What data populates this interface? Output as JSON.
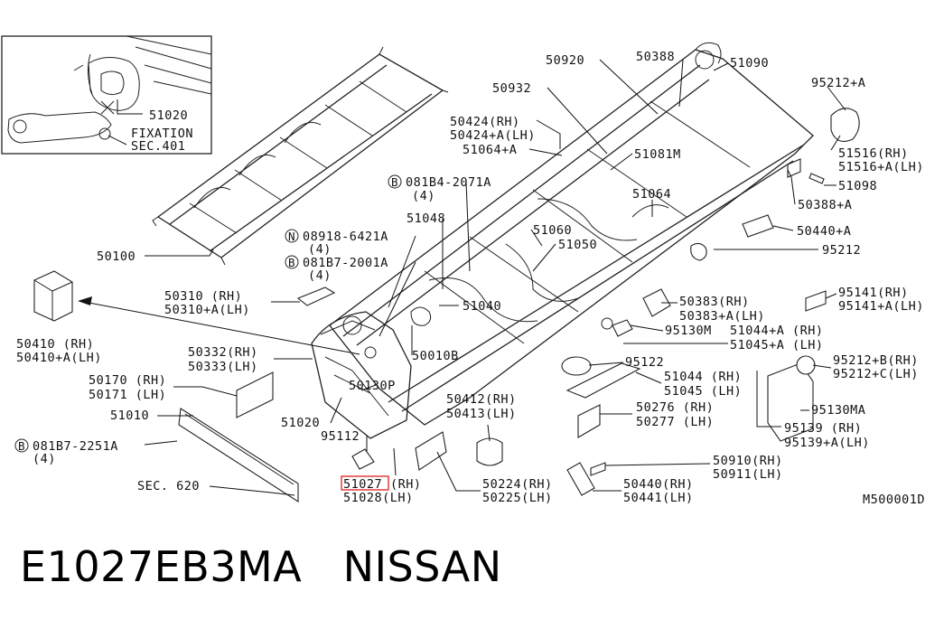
{
  "diagram": {
    "code": "M500001D",
    "inset": {
      "part": "51020",
      "line1": "FIXATION",
      "line2": "SEC.401"
    },
    "labels": {
      "l50100": "50100",
      "l50920": "50920",
      "l50388": "50388",
      "l51090": "51090",
      "l95212a": "95212+A",
      "l50932": "50932",
      "l50424rh": "50424(RH)",
      "l50424lh": "50424+A(LH)",
      "l51064a": "51064+A",
      "l51081m": "51081M",
      "l51516rh": "51516(RH)",
      "l51516lh": "51516+A(LH)",
      "l51098": "51098",
      "l081b4": "081B4-2071A",
      "l081b4q": "(4)",
      "l51064": "51064",
      "l50388a": "50388+A",
      "l51048": "51048",
      "l51060": "51060",
      "l08918": "08918-6421A",
      "l08918q": "(4)",
      "l51050": "51050",
      "l50440a": "50440+A",
      "l081b7a": "081B7-2001A",
      "l081b7aq": "(4)",
      "l95212": "95212",
      "l50310rh": "50310 (RH)",
      "l50310lh": "50310+A(LH)",
      "l51040": "51040",
      "l50383rh": "50383(RH)",
      "l50383lh": "50383+A(LH)",
      "l95141rh": "95141(RH)",
      "l95141lh": "95141+A(LH)",
      "l50410rh": "50410 (RH)",
      "l50410lh": "50410+A(LH)",
      "l95130m": "95130M",
      "l51044a": "51044+A (RH)",
      "l51045a": "51045+A (LH)",
      "l50332": "50332(RH)",
      "l50333": "50333(LH)",
      "l50010b": "50010B",
      "l95122": "95122",
      "l95212b": "95212+B(RH)",
      "l95212c": "95212+C(LH)",
      "l50170": "50170 (RH)",
      "l50171": "50171 (LH)",
      "l50130p": "50130P",
      "l51044": "51044 (RH)",
      "l51045": "51045 (LH)",
      "l50412": "50412(RH)",
      "l50413": "50413(LH)",
      "l95130ma": "95130MA",
      "l51010": "51010",
      "l51020": "51020",
      "l50276": "50276 (RH)",
      "l50277": "50277 (LH)",
      "l95139rh": "95139 (RH)",
      "l95139lh": "95139+A(LH)",
      "l95112": "95112",
      "l081b7b": "081B7-2251A",
      "l081b7bq": "(4)",
      "l50910": "50910(RH)",
      "l50911": "50911(LH)",
      "l51027": "51027",
      "l51027rh": "(RH)",
      "l51028": "51028(LH)",
      "l50224": "50224(RH)",
      "l50225": "50225(LH)",
      "l50440rh": "50440(RH)",
      "l50441lh": "50441(LH)",
      "lsec620": "SEC. 620"
    },
    "markers": {
      "b": "B",
      "n": "N"
    },
    "highlight_color": "#e02020"
  },
  "footer": {
    "part_number": "E1027EB3MA",
    "brand": "NISSAN"
  }
}
